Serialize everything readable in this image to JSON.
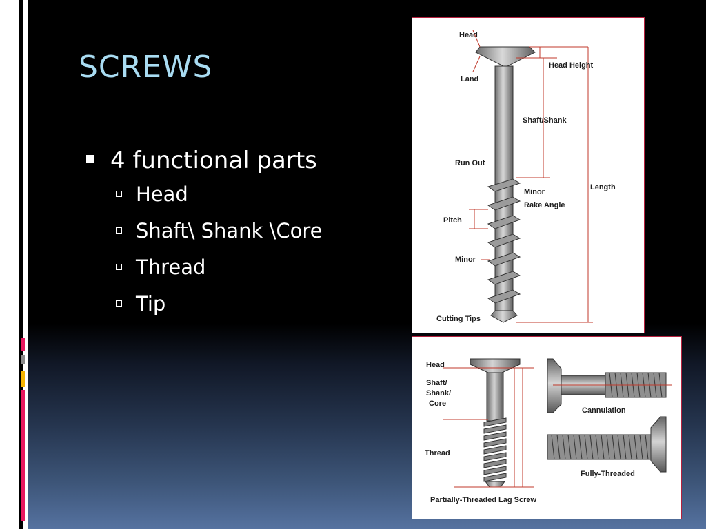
{
  "slide": {
    "title": "SCREWS",
    "bullet": "4 functional parts",
    "subbullets": [
      "Head",
      "Shaft\\ Shank \\Core",
      "Thread",
      "Tip"
    ]
  },
  "figure1": {
    "labels": {
      "head": "Head",
      "land": "Land",
      "head_height": "Head Height",
      "shaft_shank": "Shaft/Shank",
      "run_out": "Run Out",
      "minor_top": "Minor",
      "rake_angle": "Rake Angle",
      "length": "Length",
      "pitch": "Pitch",
      "minor": "Minor",
      "cutting_tips": "Cutting Tips"
    }
  },
  "figure2": {
    "labels": {
      "head": "Head",
      "shaft_1": "Shaft/",
      "shaft_2": "Shank/",
      "shaft_3": "Core",
      "thread": "Thread",
      "cannulation": "Cannulation",
      "fully_threaded": "Fully-Threaded",
      "partial": "Partially-Threaded Lag Screw"
    }
  },
  "colors": {
    "title": "#a9dcf2",
    "text": "#ffffff",
    "dimension_lines": "#c0392b",
    "frame_border": "#b4213e",
    "deco_pink": "#e8185f",
    "deco_gold": "#f5b400",
    "deco_gray": "#8a8a8a"
  }
}
